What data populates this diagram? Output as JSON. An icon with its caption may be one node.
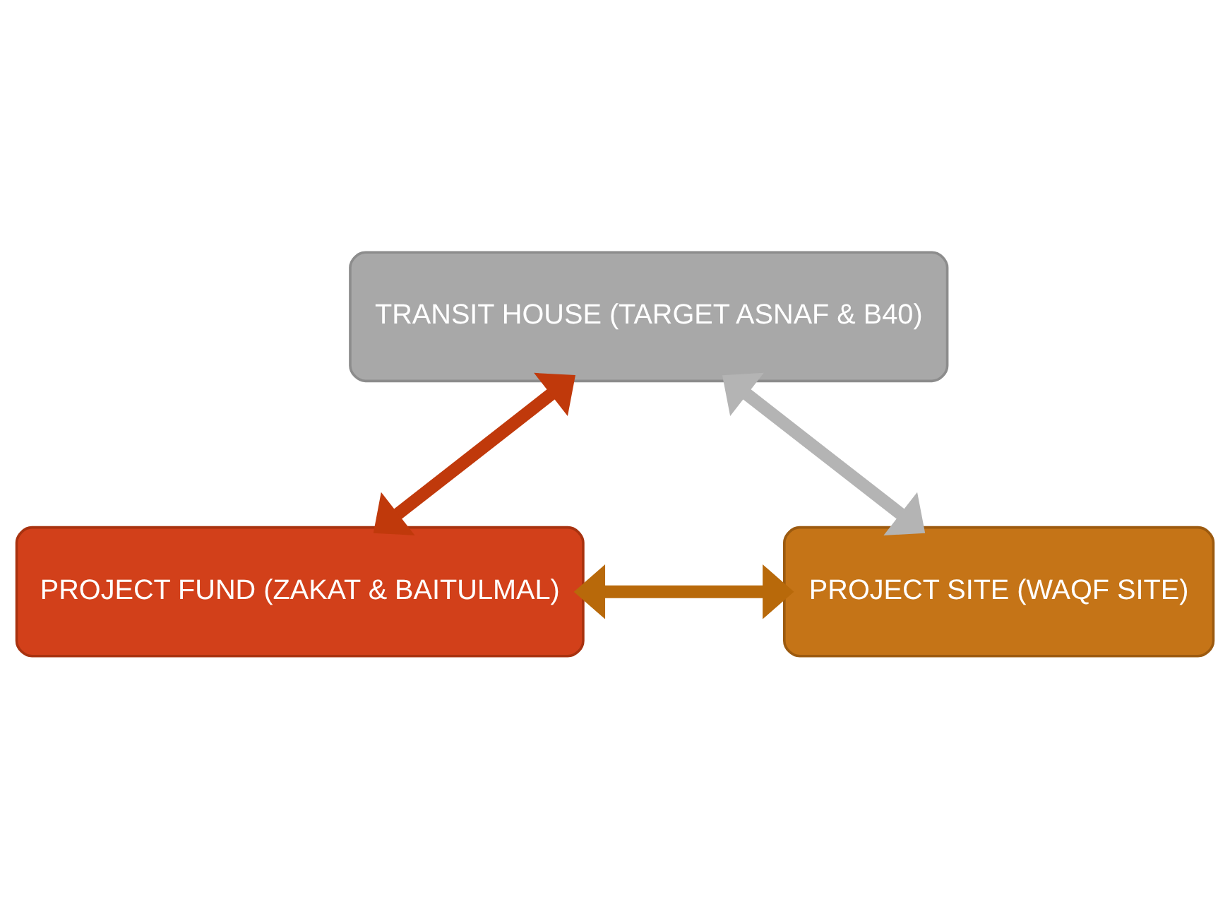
{
  "diagram": {
    "nodes": [
      {
        "text": [
          "TRANSIT HOUSE (TARGET ASNAF & B40)"
        ]
      },
      {
        "text": [
          "PROJECT FUND (ZAKAT & BAITULMAL)"
        ]
      },
      {
        "text": [
          "PROJECT SITE (WAQF SITE)"
        ]
      }
    ],
    "edges": [
      {
        "from": 1,
        "to": 0,
        "arrow": "both",
        "color": "#c0390b"
      },
      {
        "from": 0,
        "to": 2,
        "arrow": "both",
        "color": "#b4b4b4"
      },
      {
        "from": 1,
        "to": 2,
        "arrow": "both",
        "color": "#b8690a"
      }
    ]
  }
}
